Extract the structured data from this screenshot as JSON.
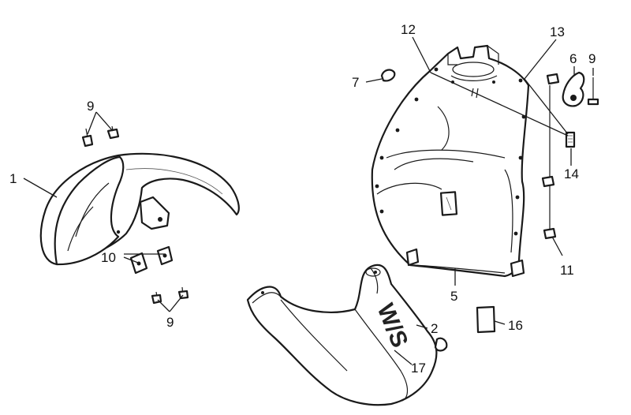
{
  "callouts": {
    "c1": "1",
    "c2": "2",
    "c5": "5",
    "c6": "6",
    "c7": "7",
    "c9a": "9",
    "c9b": "9",
    "c9c": "9",
    "c10": "10",
    "c11": "11",
    "c12": "12",
    "c13": "13",
    "c14": "14",
    "c16": "16",
    "c17": "17"
  },
  "decal_text": "W/S"
}
